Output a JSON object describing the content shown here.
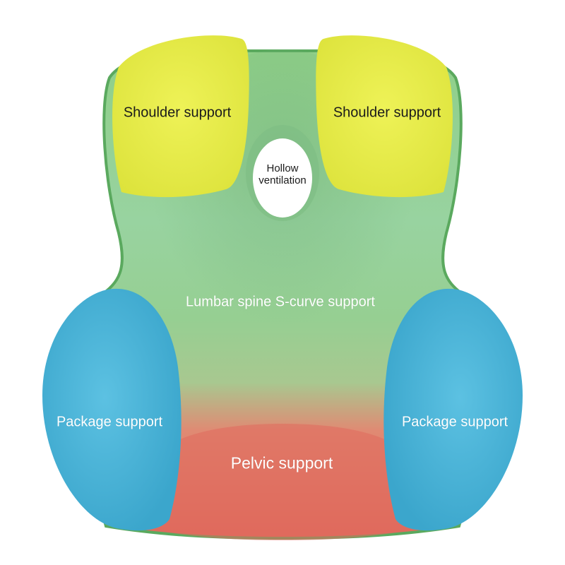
{
  "labels": {
    "shoulder_left": "Shoulder support",
    "shoulder_right": "Shoulder support",
    "hollow_line1": "Hollow",
    "hollow_line2": "ventilation",
    "lumbar": "Lumbar spine S-curve support",
    "package_left": "Package support",
    "package_right": "Package support",
    "pelvic": "Pelvic support"
  },
  "colors": {
    "background": "#ffffff",
    "body_green": "#8fcf90",
    "edge_green": "#5aa95e",
    "shoulder_yellow": "#e6ec4a",
    "package_blue": "#46b4d8",
    "pelvic_red": "#e0705f",
    "hollow_white": "#ffffff"
  }
}
